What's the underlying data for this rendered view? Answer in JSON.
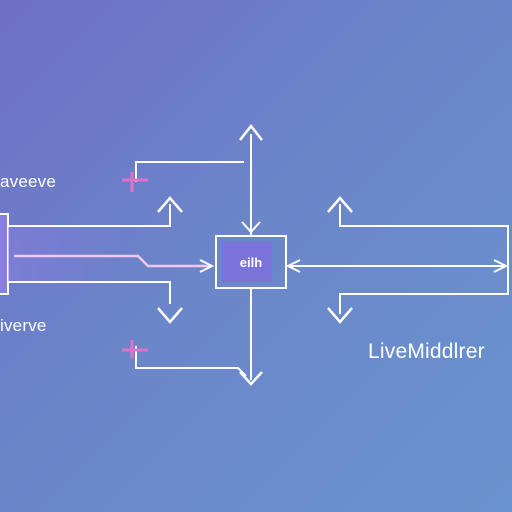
{
  "labels": {
    "top_left": "aveeve",
    "bottom_left": "iverve",
    "right": "LiveMiddlrer"
  },
  "hub": {
    "text": "eilh"
  },
  "colors": {
    "line": "#ffffff",
    "plus_marker": "#e070c8",
    "hub_fill": "#7b73d9",
    "left_block_fill": "#7f7ad6"
  },
  "icons": [
    "plus-marker-icon",
    "arrow-up-icon",
    "arrow-down-icon",
    "arrow-left-icon",
    "arrow-right-icon"
  ]
}
